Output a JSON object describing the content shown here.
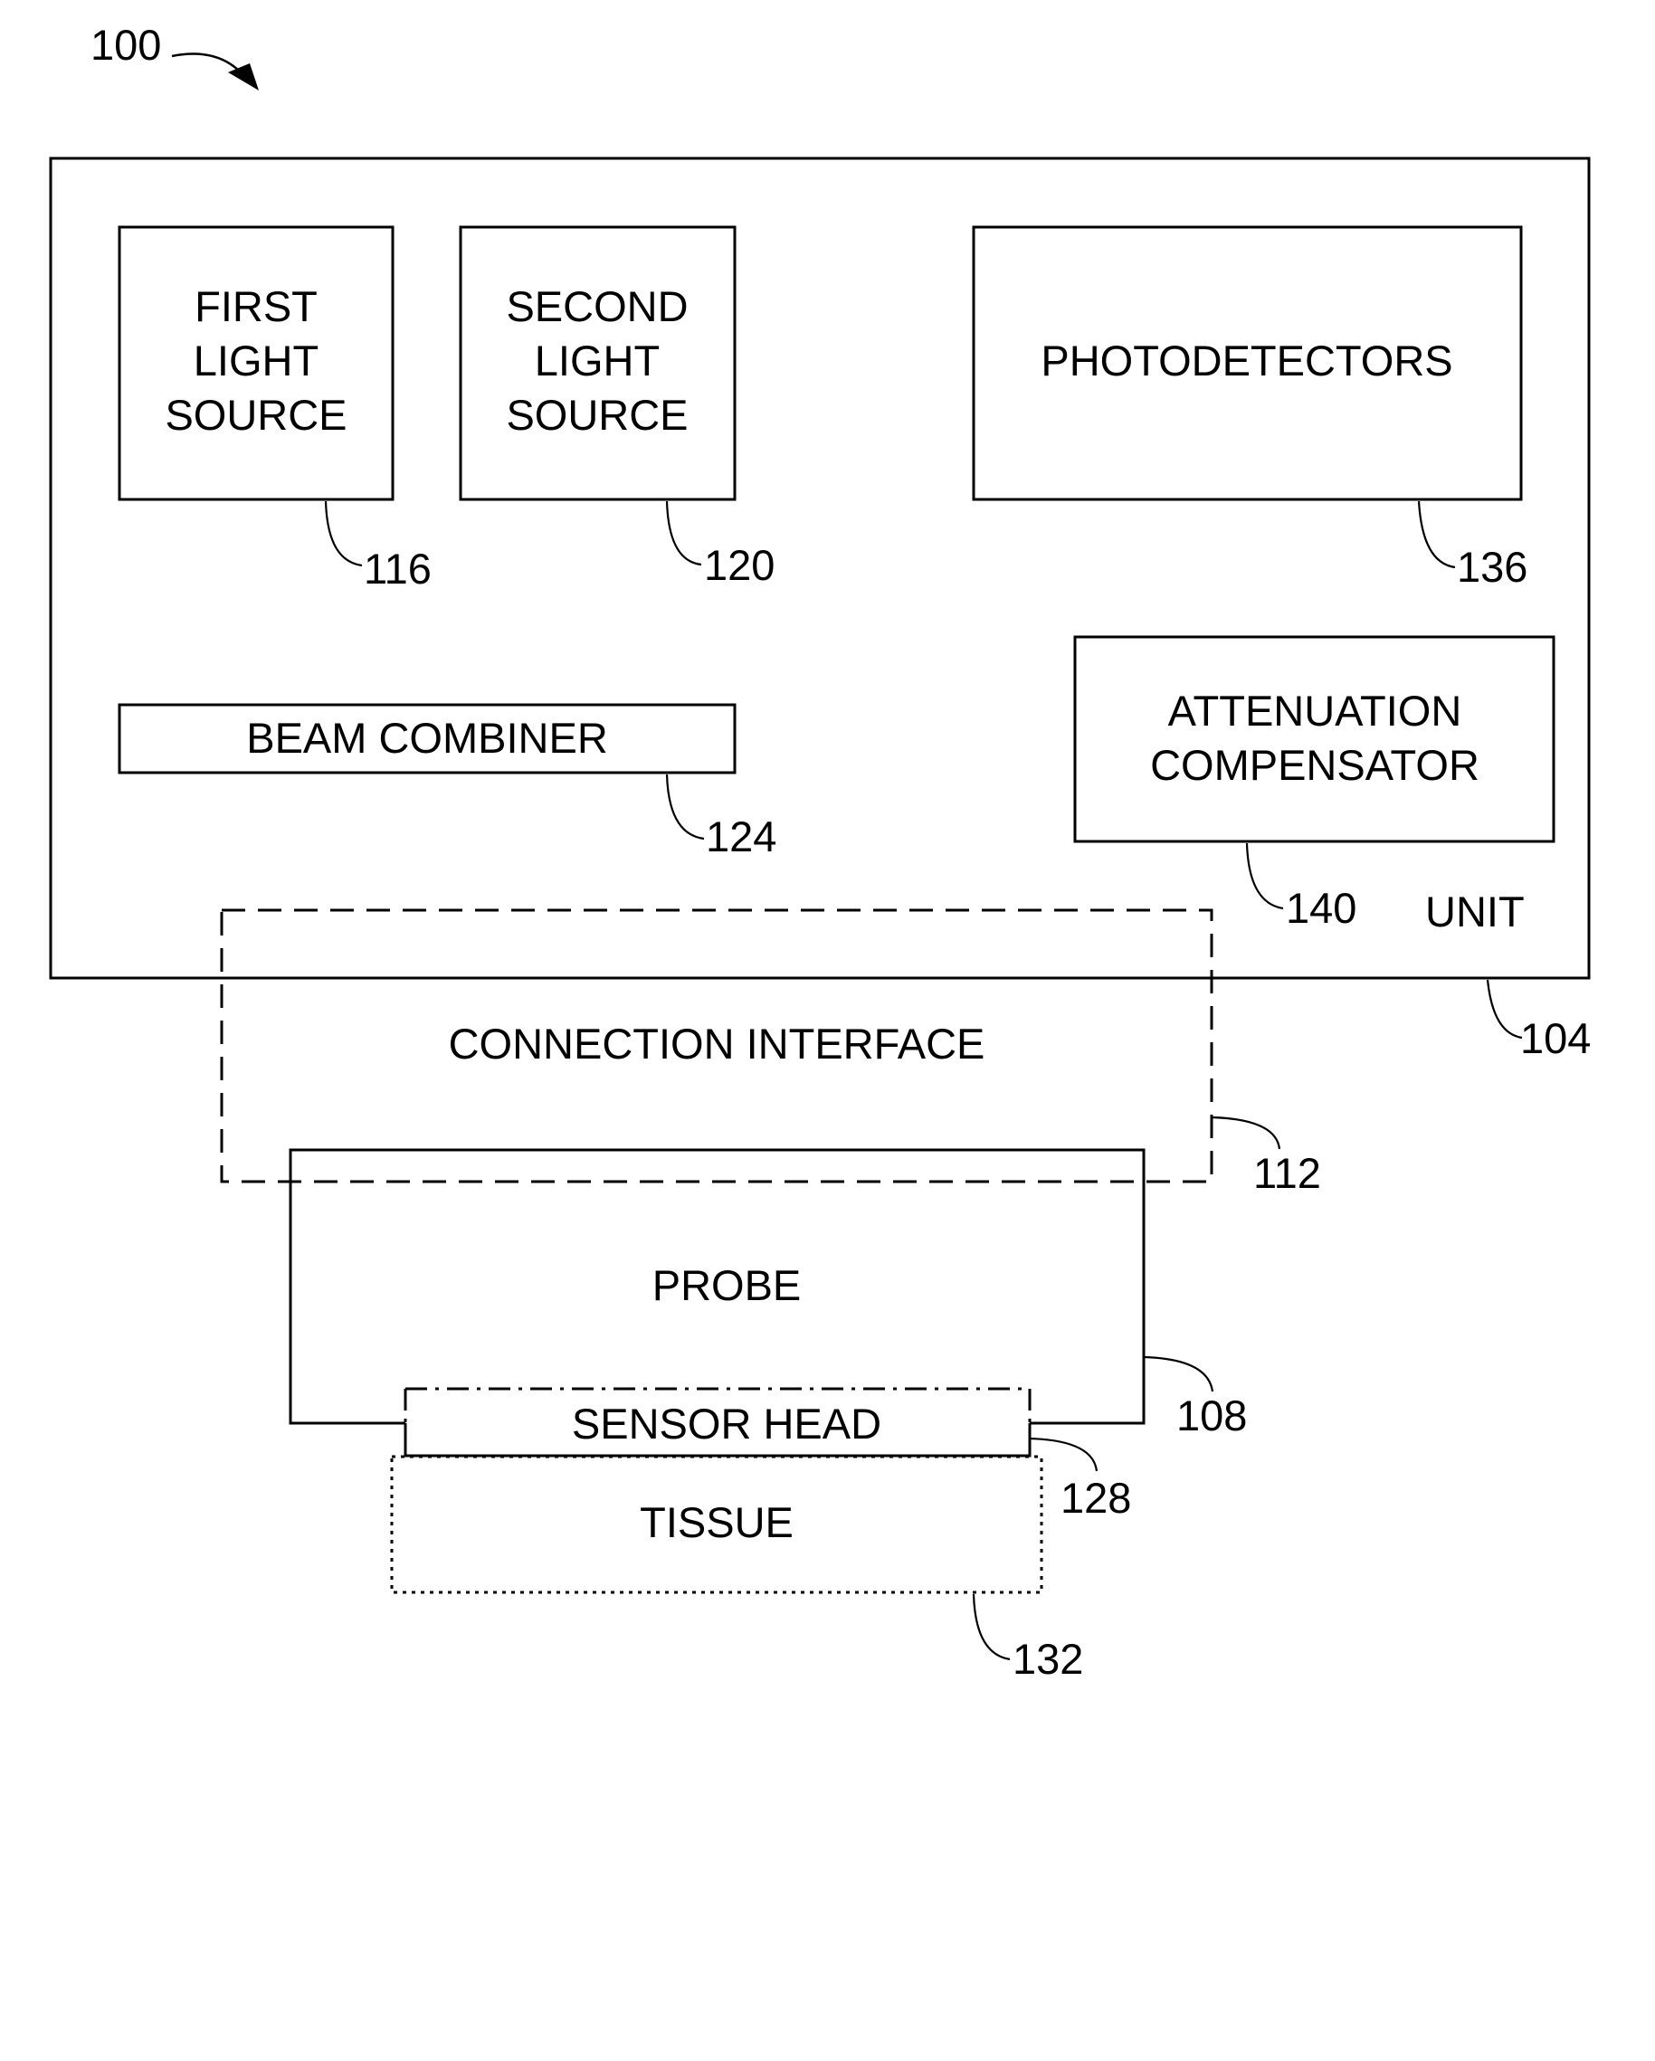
{
  "figure_ref": "100",
  "unit": {
    "label": "UNIT",
    "ref": "104"
  },
  "first_light_source": {
    "lines": [
      "FIRST",
      "LIGHT",
      "SOURCE"
    ],
    "ref": "116"
  },
  "second_light_source": {
    "lines": [
      "SECOND",
      "LIGHT",
      "SOURCE"
    ],
    "ref": "120"
  },
  "photodetectors": {
    "label": "PHOTODETECTORS",
    "ref": "136"
  },
  "beam_combiner": {
    "label": "BEAM COMBINER",
    "ref": "124"
  },
  "attenuation_compensator": {
    "lines": [
      "ATTENUATION",
      "COMPENSATOR"
    ],
    "ref": "140"
  },
  "connection_interface": {
    "label": "CONNECTION INTERFACE",
    "ref": "112"
  },
  "probe": {
    "label": "PROBE",
    "ref": "108"
  },
  "sensor_head": {
    "label": "SENSOR HEAD",
    "ref": "128"
  },
  "tissue": {
    "label": "TISSUE",
    "ref": "132"
  }
}
